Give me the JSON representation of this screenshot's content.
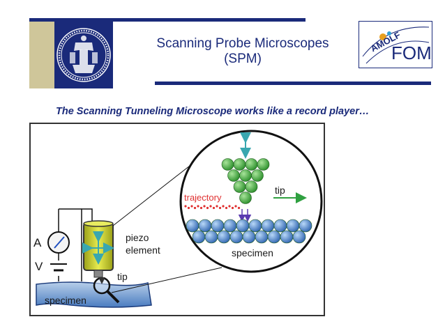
{
  "header": {
    "title_line1": "Scanning Probe Microscopes",
    "title_line2": "(SPM)",
    "right_logo_text": "FOM",
    "right_logo_arc": "AMOLF"
  },
  "subtitle": "The Scanning Tunneling Microscope works like a record player…",
  "diagram": {
    "labels": {
      "ammeter": "A",
      "voltage": "V",
      "piezo": "piezo",
      "element": "element",
      "tip_small": "tip",
      "specimen_small": "specimen",
      "trajectory": "trajectory",
      "tip_zoom": "tip",
      "specimen_zoom": "specimen"
    }
  },
  "colors": {
    "navy": "#1a2a7a",
    "khaki": "#cfc69a",
    "atom_green": "#3caa3c",
    "atom_blue": "#3a78c8",
    "trajectory_red": "#e03030",
    "piezo_yellow": "#d8dc30",
    "arrow_teal": "#39a7b0"
  }
}
